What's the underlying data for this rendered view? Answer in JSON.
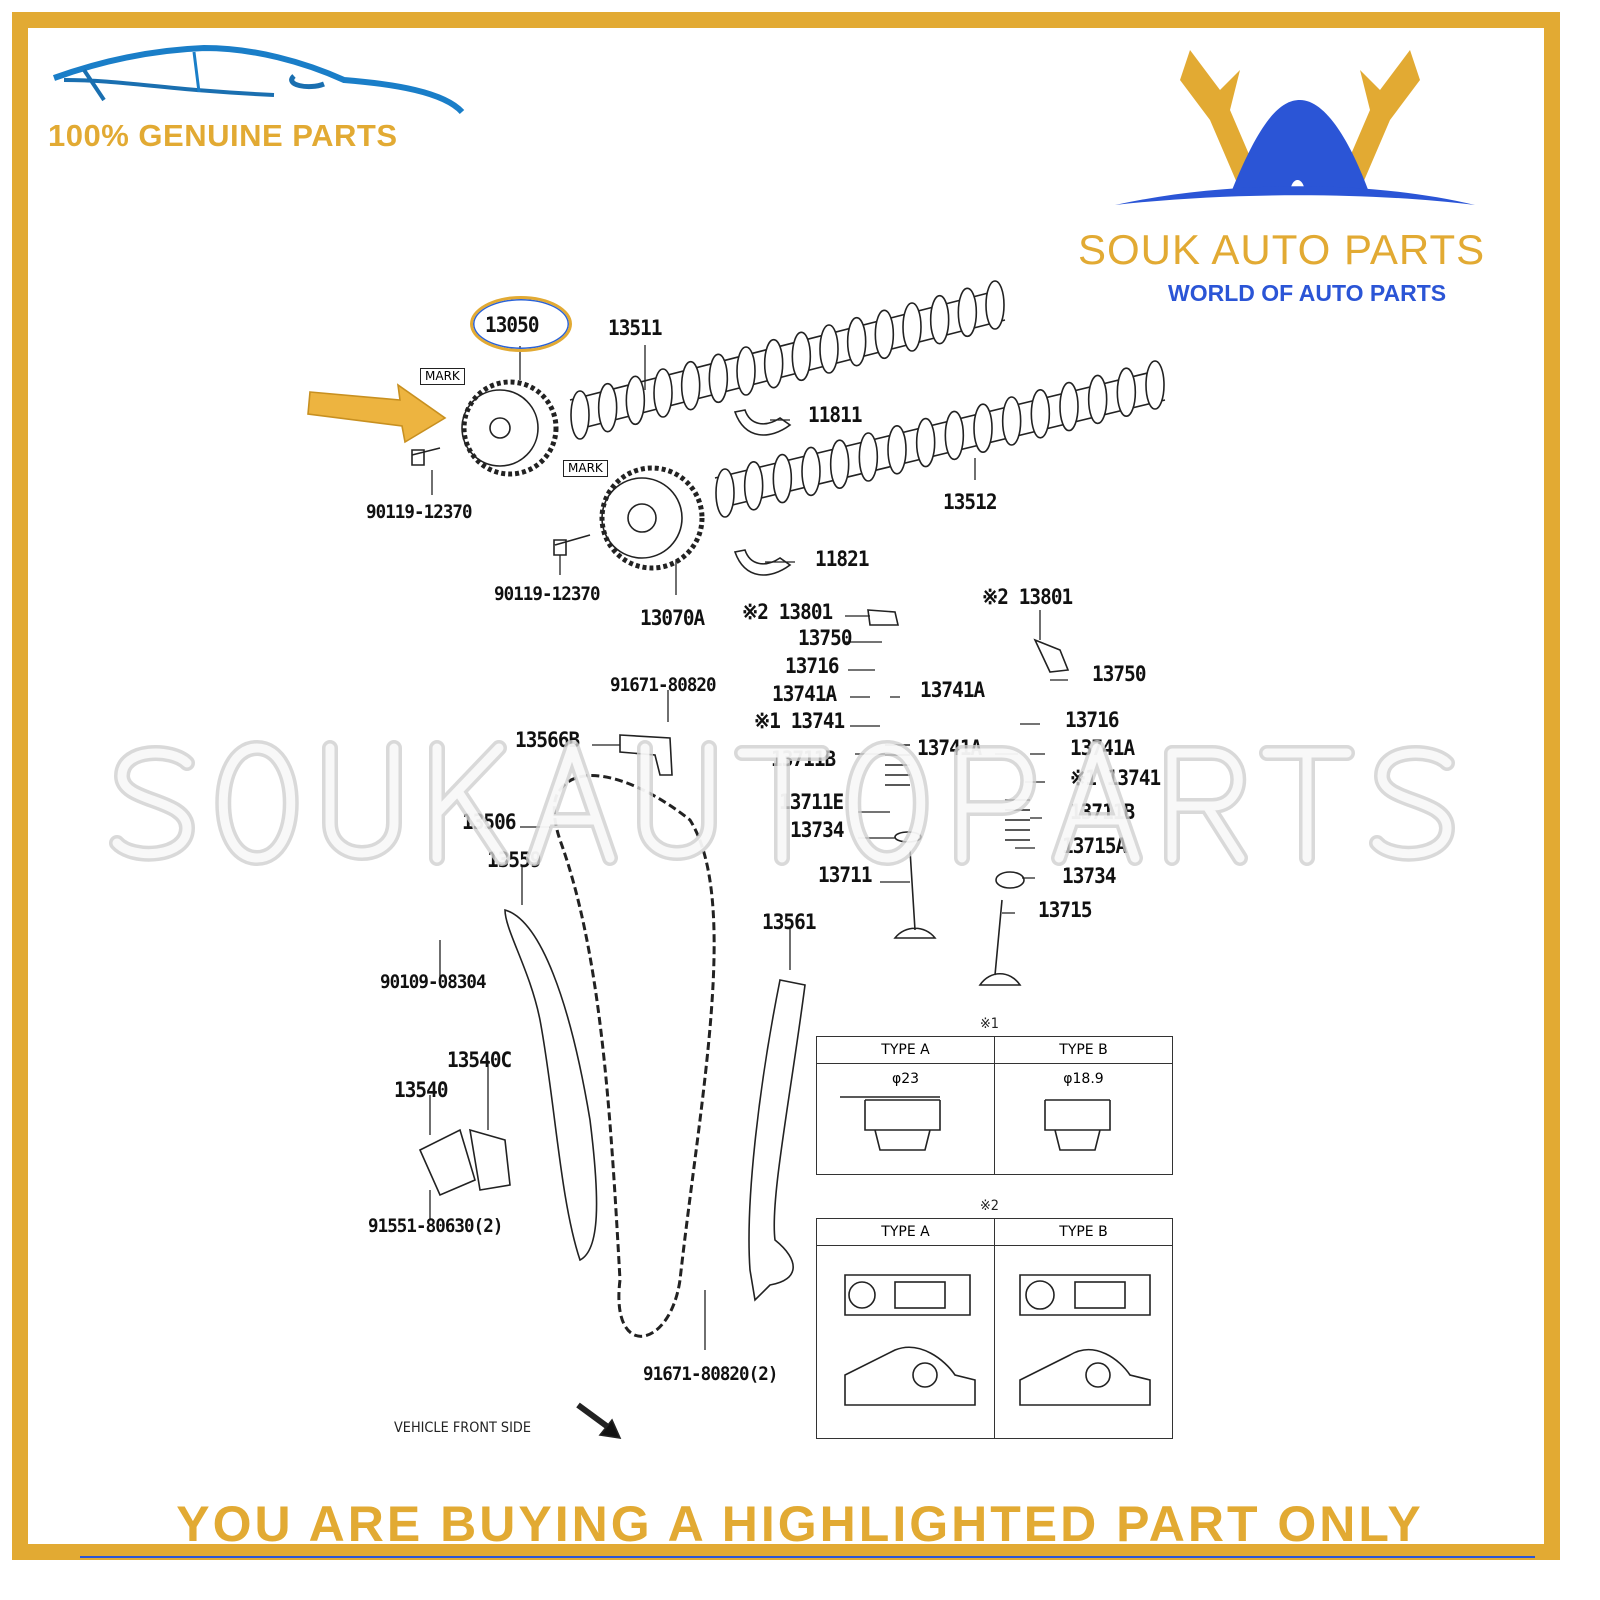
{
  "branding": {
    "genuine": "100% GENUINE PARTS",
    "brand_name": "SOUK AUTO PARTS",
    "tagline": "WORLD OF AUTO PARTS",
    "watermark": "SOUKAUTOPARTS",
    "colors": {
      "gold": "#E2AA33",
      "blue": "#2b55d6"
    }
  },
  "highlighted_part": "13050",
  "labels": [
    "13511",
    "11811",
    "13512",
    "90119-12370",
    "90119-12370",
    "13070A",
    "11821",
    "MARK",
    "MARK",
    "※2 13801",
    "13750",
    "13716",
    "13741A",
    "13741A",
    "※1 13741",
    "13711B",
    "13711E",
    "13734",
    "13711",
    "※2 13801",
    "13750",
    "13716",
    "13741A",
    "13741A",
    "※1 13741",
    "13711B",
    "13715A",
    "13734",
    "13715",
    "91671-80820",
    "13566B",
    "13506",
    "13559",
    "13561",
    "90109-08304",
    "13540C",
    "13540",
    "91551-80630(2)",
    "91671-80820(2)"
  ],
  "front_note": "VEHICLE FRONT SIDE",
  "table1": {
    "note": "※1",
    "type_a": "TYPE A",
    "type_b": "TYPE B",
    "dia_a": "φ23",
    "dia_b": "φ18.9"
  },
  "table2": {
    "note": "※2",
    "type_a": "TYPE A",
    "type_b": "TYPE B"
  },
  "banner": "YOU ARE BUYING A HIGHLIGHTED PART ONLY"
}
